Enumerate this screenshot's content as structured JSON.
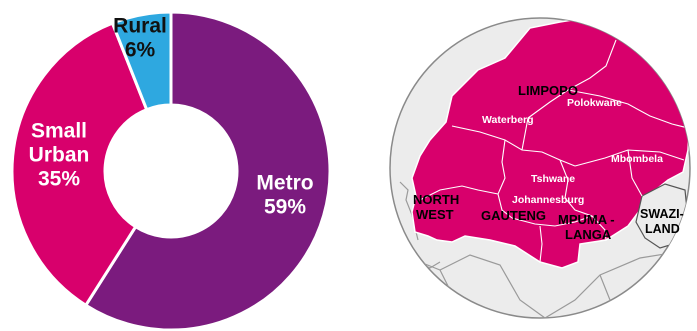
{
  "chart_data": {
    "type": "pie",
    "donut": true,
    "slices": [
      {
        "label_lines": [
          "Metro",
          "59%"
        ],
        "value": 59,
        "color": "#7b1b7e",
        "text_color": "#ffffff"
      },
      {
        "label_lines": [
          "Small",
          "Urban",
          "35%"
        ],
        "value": 35,
        "color": "#d8006c",
        "text_color": "#ffffff"
      },
      {
        "label_lines": [
          "Rural",
          "6%"
        ],
        "value": 6,
        "color": "#2ea8e0",
        "text_color": "#111111"
      }
    ]
  },
  "map": {
    "region_color": "#d8006c",
    "land_color": "#ececec",
    "labels": {
      "limpopo": "LIMPOPO",
      "polokwane": "Polokwane",
      "waterberg": "Waterberg",
      "mbombela": "Mbombela",
      "tshwane": "Tshwane",
      "johannesburg": "Johannesburg",
      "gauteng": "GAUTENG",
      "mpumalanga_1": "MPUMA -",
      "mpumalanga_2": "LANGA",
      "north_west_1": "NORTH",
      "north_west_2": "WEST",
      "swaziland_1": "SWAZI-",
      "swaziland_2": "LAND"
    }
  }
}
